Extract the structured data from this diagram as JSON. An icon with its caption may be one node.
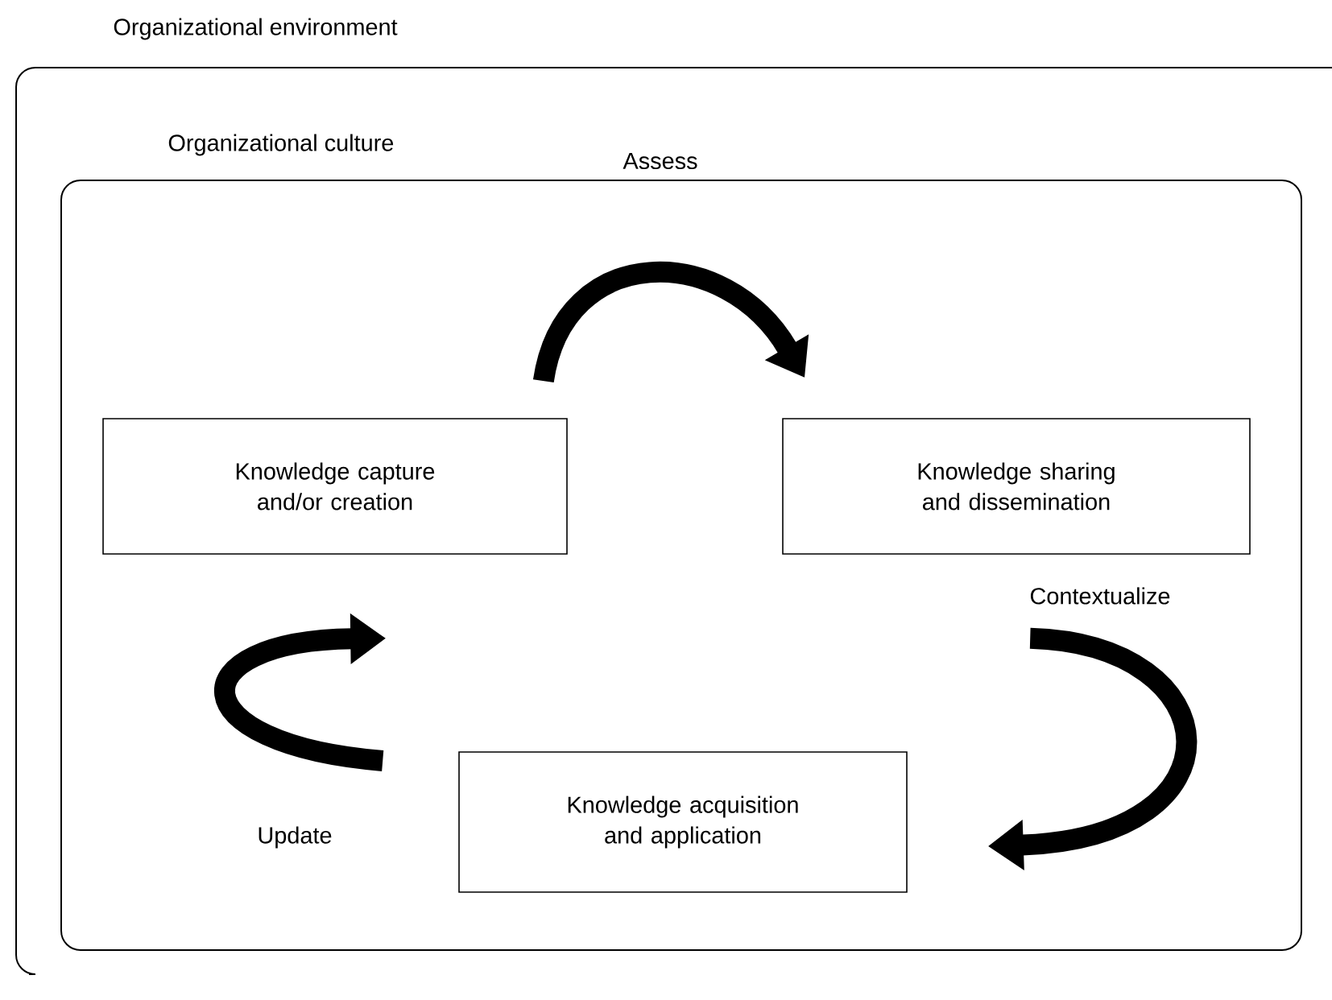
{
  "diagram": {
    "nodes": [
      {
        "text": [
          "Organizational environment"
        ]
      },
      {
        "text": [
          "Organizational culture"
        ],
        "in": 0
      },
      {
        "text": [
          "Knowledge capture and/or creation"
        ],
        "in": 1
      },
      {
        "text": [
          "Knowledge sharing and dissemination"
        ],
        "in": 1
      },
      {
        "text": [
          "Knowledge acquisition and application"
        ],
        "in": 1
      }
    ],
    "edges": [
      {
        "from": 2,
        "to": 3,
        "arrow": "to",
        "label": "Assess"
      },
      {
        "from": 3,
        "to": 4,
        "arrow": "to",
        "label": "Contextualize"
      },
      {
        "from": 4,
        "to": 2,
        "arrow": "to",
        "label": "Update"
      }
    ]
  }
}
